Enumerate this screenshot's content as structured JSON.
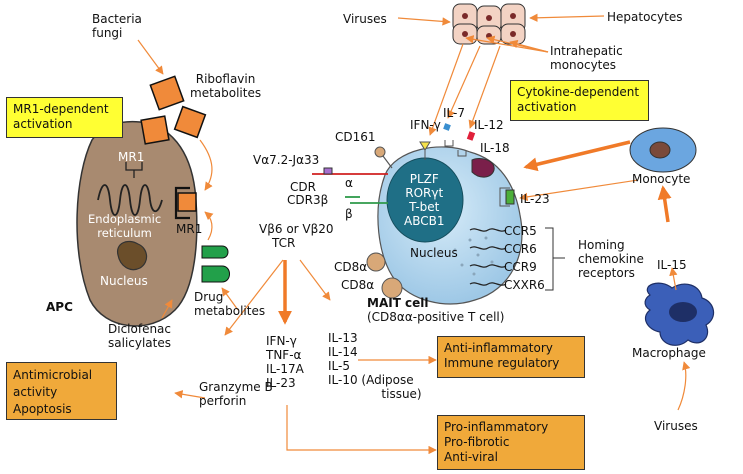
{
  "colors": {
    "arrow": "#f08a3a",
    "arrow_thick": "#f07a28",
    "yellow_box": "#ffff33",
    "orange_box": "#f0a93a",
    "apc_cell": "#a88a70",
    "mait_cell": "#b9d8ee",
    "mait_nucleus": "#1f6f86",
    "monocyte": "#6ba6e0",
    "macrophage": "#3b5fb8",
    "green": "#22a04a",
    "purple_receptor": "#7a1f4a"
  },
  "labels": {
    "bacteria_fungi": "Bacteria\nfungi",
    "riboflavin": "Riboflavin\nmetabolites",
    "mr1_dependent": "MR1-dependent\nactivation",
    "mr1_top": "MR1",
    "endoplasmic": "Endoplasmic\nreticulum",
    "nucleus_apc": "Nucleus",
    "mr1_right": "MR1",
    "drug_metabolites": "Drug\nmetabolites",
    "apc": "APC",
    "diclofenac": "Diclofenac\nsalicylates",
    "antimicrobial": "Antimicrobial\nactivity\nApoptosis",
    "granzyme": "Granzyme B\nperforin",
    "viruses_top": "Viruses",
    "hepatocytes": "Hepatocytes",
    "intrahepatic": "Intrahepatic\nmonocytes",
    "cytokine_dependent": "Cytokine-dependent\nactivation",
    "ifn_top": "IFN-γ",
    "il7": "IL-7",
    "il12": "IL-12",
    "il18": "IL-18",
    "il23_right": "IL-23",
    "cd161": "CD161",
    "va": "Vα7.2-Jα33",
    "alpha": "α",
    "cdr": "CDR",
    "cdr3b": "CDR3β",
    "beta": "β",
    "vb": "Vβ6 or Vβ20",
    "plzf": "PLZF\nRORγt\nT-bet\nABCB1",
    "nucleus_mait": "Nucleus",
    "ccr5": "CCR5",
    "ccr6": "CCR6",
    "ccr9": "CCR9",
    "cxxr6": "CXXR6",
    "homing": "Homing\nchemokine\nreceptors",
    "tcr": "TCR",
    "cd8a_1": "CD8α",
    "cd8a_2": "CD8α",
    "mait_cell": "MAIT cell",
    "mait_sub": "(CD8αα-positive T cell)",
    "monocyte": "Monocyte",
    "il15": "IL-15",
    "macrophage": "Macrophage",
    "viruses_bottom": "Viruses",
    "pro_cytokines": "IFN-γ\nTNF-α\nIL-17A\nIL-23",
    "anti_cytokines": "IL-13\nIL-14\nIL-5\nIL-10 (Adipose\n              tissue)",
    "anti_inflammatory": "Anti-inflammatory\nImmune regulatory",
    "pro_inflammatory": "Pro-inflammatory\nPro-fibrotic\nAnti-viral"
  }
}
